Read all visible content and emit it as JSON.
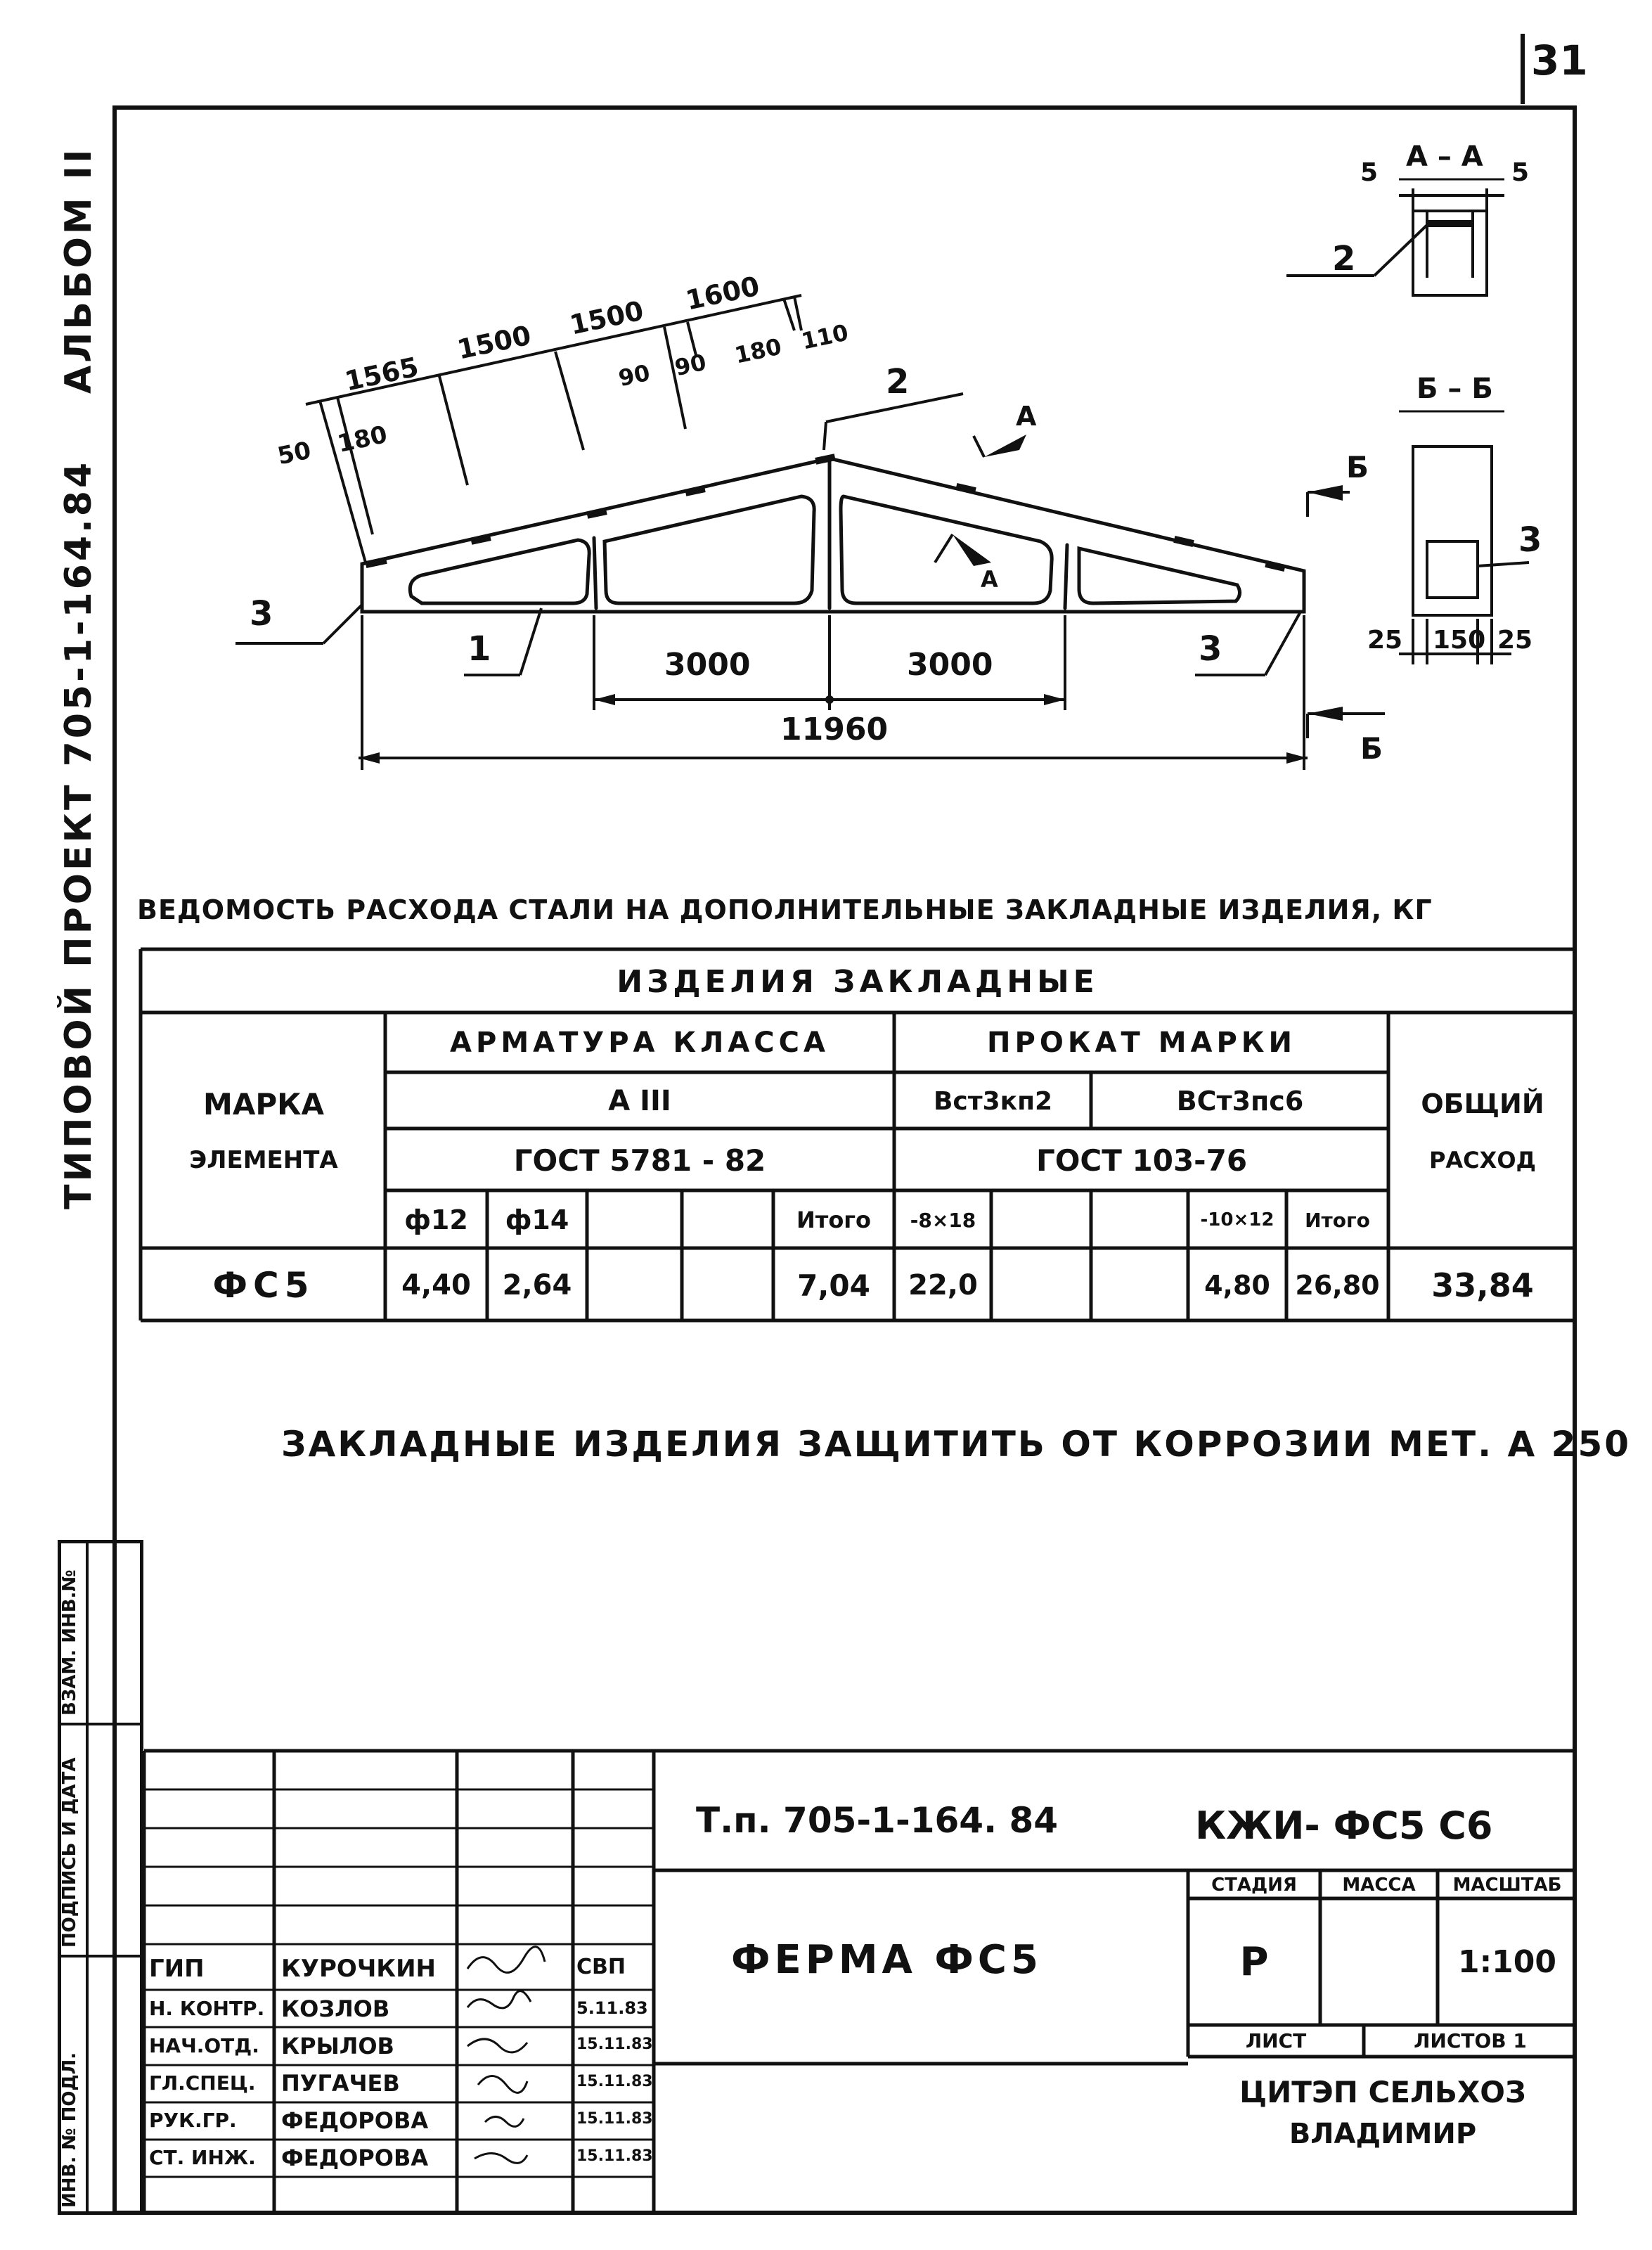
{
  "sheet_number": "31",
  "sidebar": {
    "project_label": "ТИПОВОЙ  ПРОЕКТ  705-1-164.84",
    "album_label": "АЛЬБОМ II",
    "stamp_cols": [
      "ИНВ. № ПОДЛ.",
      "ПОДПИСЬ И ДАТА",
      "ВЗАМ. ИНВ.№"
    ]
  },
  "drawing": {
    "dims_top": [
      "50",
      "180",
      "1565",
      "1500",
      "1500",
      "1600",
      "90",
      "90",
      "180",
      "110"
    ],
    "dims_bottom": [
      "3000",
      "3000",
      "11960"
    ],
    "callouts": [
      "1",
      "2",
      "3",
      "3"
    ],
    "section_a_title": "А – А",
    "section_a_dims": [
      "5",
      "5"
    ],
    "section_a_callout": "2",
    "section_b_title": "Б – Б",
    "section_b_dims": [
      "25",
      "150",
      "25"
    ],
    "section_b_callout": "3",
    "cut_letters": [
      "А",
      "А",
      "Б",
      "Б"
    ]
  },
  "table": {
    "title": "ВЕДОМОСТЬ РАСХОДА СТАЛИ НА ДОПОЛНИТЕЛЬНЫЕ ЗАКЛАДНЫЕ ИЗДЕЛИЯ, КГ",
    "group_header": "ИЗДЕЛИЯ  ЗАКЛАДНЫЕ",
    "col_mark": "МАРКА ЭЛЕМЕНТА",
    "col_mark_l1": "МАРКА",
    "col_mark_l2": "ЭЛЕМЕНТА",
    "armature_header": "АРМАТУРА  КЛАССА",
    "armature_class": "А III",
    "armature_gost": "ГОСТ 5781 - 82",
    "prokat_header": "ПРОКАТ  МАРКИ",
    "prokat_grade1": "Вст3кп2",
    "prokat_grade2": "ВСт3пс6",
    "prokat_gost": "ГОСТ 103-76",
    "col_total_l1": "ОБЩИЙ",
    "col_total_l2": "РАСХОД",
    "subcols": [
      "ф12",
      "ф14",
      "",
      "",
      "Итого",
      "-8×18",
      "",
      "",
      "-10×12",
      "Итого"
    ],
    "row": {
      "mark": "ФС5",
      "values": [
        "4,40",
        "2,64",
        "",
        "",
        "7,04",
        "22,0",
        "",
        "",
        "4,80",
        "26,80"
      ],
      "total": "33,84"
    }
  },
  "note": "ЗАКЛАДНЫЕ  ИЗДЕЛИЯ  ЗАЩИТИТЬ ОТ КОРРОЗИИ МЕТ. А 250",
  "title_block": {
    "project_code": "Т.п. 705-1-164. 84",
    "doc_code": "КЖИ- ФС5 С6",
    "title": "ФЕРМА  ФС5",
    "stage_label": "СТАДИЯ",
    "mass_label": "МАССА",
    "scale_label": "МАСШТАБ",
    "stage": "Р",
    "scale": "1:100",
    "sheet_label": "ЛИСТ",
    "sheets_label": "ЛИСТОВ 1",
    "org_l1": "ЦИТЭП СЕЛЬХОЗ",
    "org_l2": "ВЛАДИМИР",
    "staff": [
      {
        "role": "ГИП",
        "name": "КУРОЧКИН",
        "date": "СВП"
      },
      {
        "role": "Н. КОНТР.",
        "name": "КОЗЛОВ",
        "date": "5.11.83"
      },
      {
        "role": "НАЧ.ОТД.",
        "name": "КРЫЛОВ",
        "date": "15.11.83"
      },
      {
        "role": "ГЛ.СПЕЦ.",
        "name": "ПУГАЧЕВ",
        "date": "15.11.83"
      },
      {
        "role": "РУК.ГР.",
        "name": "ФЕДОРОВА",
        "date": "15.11.83"
      },
      {
        "role": "СТ. ИНЖ.",
        "name": "ФЕДОРОВА",
        "date": "15.11.83"
      }
    ]
  }
}
